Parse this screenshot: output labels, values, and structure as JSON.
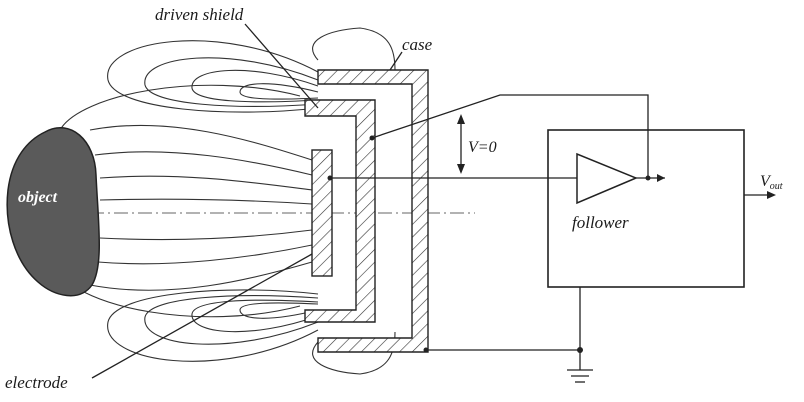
{
  "diagram": {
    "labels": {
      "driven_shield": "driven shield",
      "case": "case",
      "object": "object",
      "v_zero": "V=0",
      "follower": "follower",
      "v_out_main": "V",
      "v_out_sub": "out",
      "electrode": "electrode"
    },
    "colors": {
      "object_fill": "#5a5a5a",
      "line": "#222222",
      "background": "#ffffff"
    },
    "icons": {
      "ground": "ground-icon",
      "amplifier": "triangle-amplifier-icon"
    }
  }
}
